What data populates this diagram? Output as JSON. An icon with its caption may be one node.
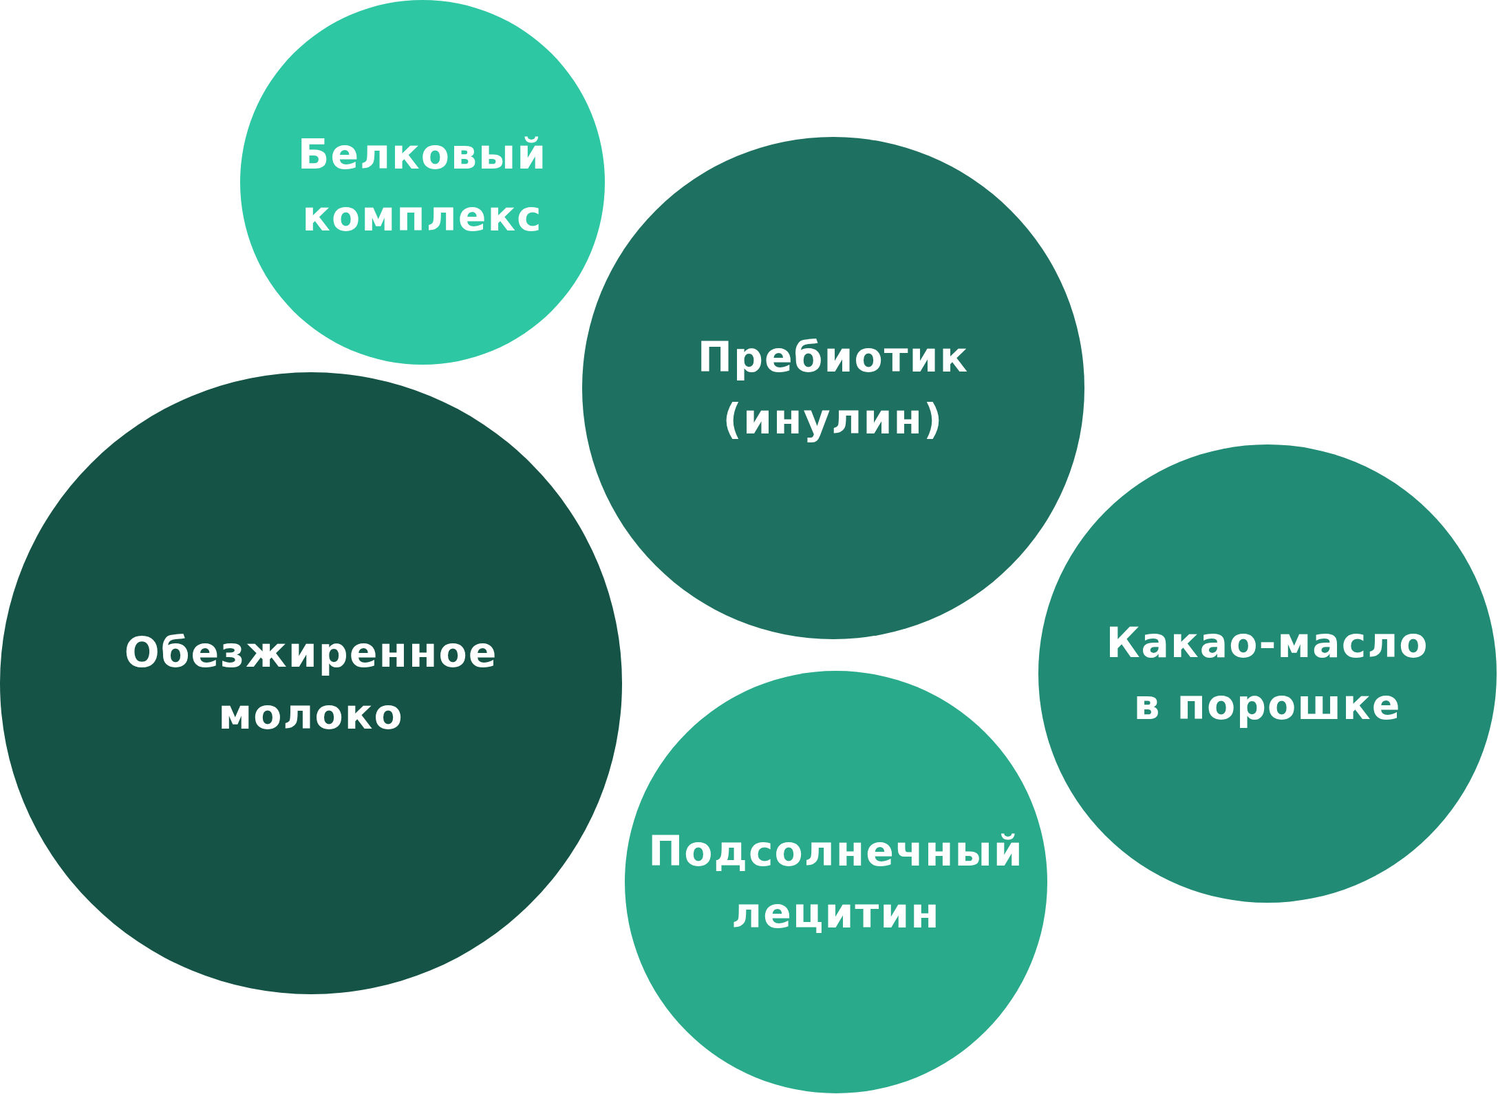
{
  "diagram": {
    "nodes": [
      {
        "text": [
          "Белковый комплекс"
        ]
      },
      {
        "text": [
          "Пребиотик (инулин)"
        ]
      },
      {
        "text": [
          "Обезжиренное молоко"
        ]
      },
      {
        "text": [
          "Какао-масло в порошке"
        ]
      },
      {
        "text": [
          "Подсолнечный лецитин"
        ]
      }
    ]
  }
}
